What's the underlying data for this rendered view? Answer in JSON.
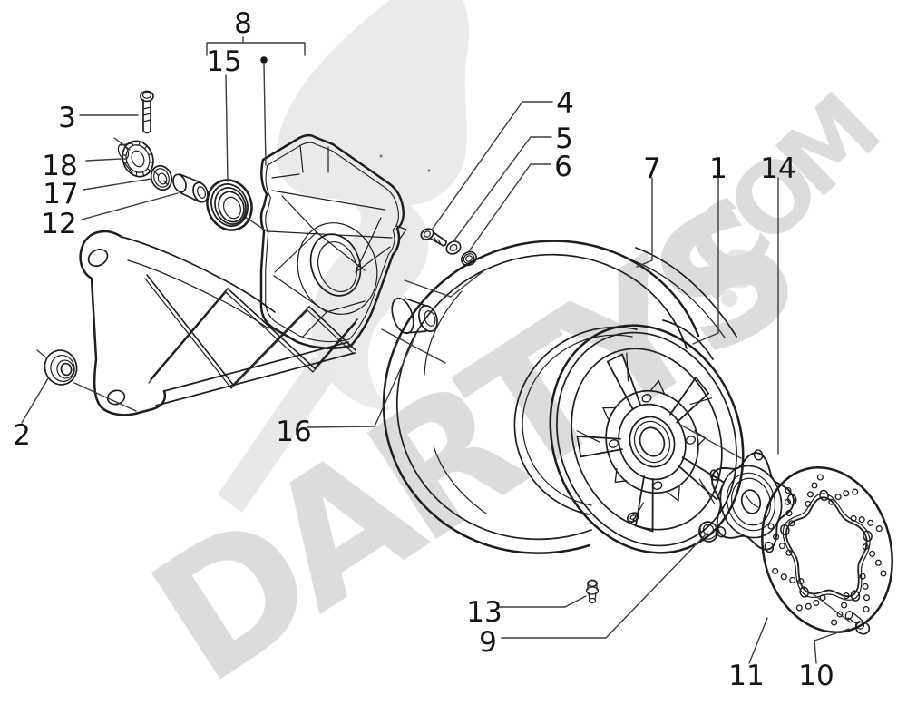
{
  "watermark": {
    "brand": "DARTYS",
    "suffix": ".COM",
    "color": "#dcdcdc"
  },
  "diagram": {
    "type": "exploded-parts-diagram",
    "line_color": "#1e1e1e",
    "background": "#ffffff",
    "callouts": [
      {
        "num": "8"
      },
      {
        "num": "15"
      },
      {
        "num": "3"
      },
      {
        "num": "18"
      },
      {
        "num": "17"
      },
      {
        "num": "12"
      },
      {
        "num": "2"
      },
      {
        "num": "16"
      },
      {
        "num": "4"
      },
      {
        "num": "5"
      },
      {
        "num": "6"
      },
      {
        "num": "7"
      },
      {
        "num": "1"
      },
      {
        "num": "14"
      },
      {
        "num": "13"
      },
      {
        "num": "9"
      },
      {
        "num": "11"
      },
      {
        "num": "10"
      }
    ]
  }
}
